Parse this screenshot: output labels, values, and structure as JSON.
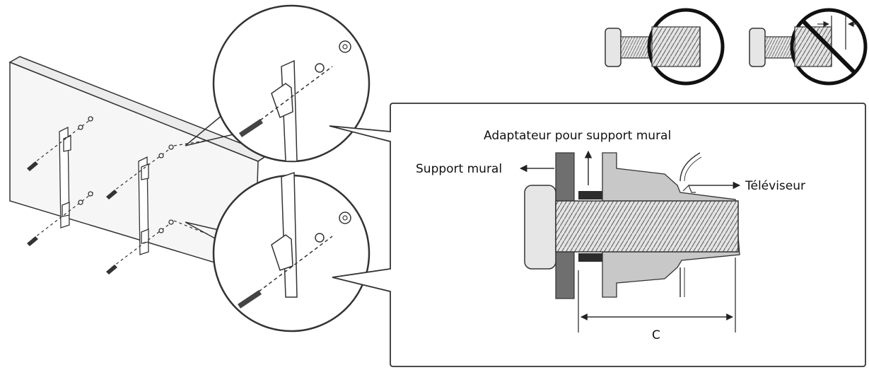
{
  "labels": {
    "adapter": "Adaptateur pour support mural",
    "wall_mount": "Support mural",
    "tv": "Téléviseur",
    "dimension": "C"
  }
}
